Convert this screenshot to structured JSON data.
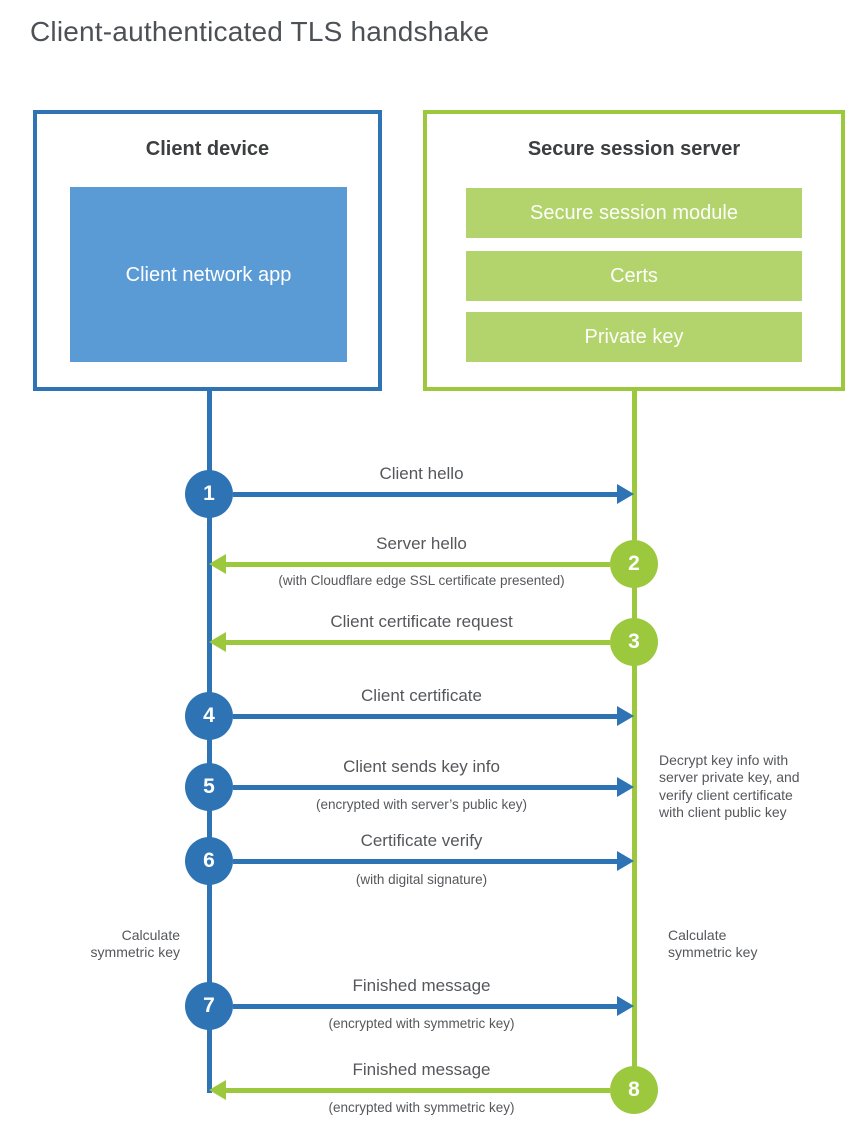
{
  "title": "Client-authenticated TLS handshake",
  "colors": {
    "blue_accent": "#2e74b5",
    "blue_fill": "#5b9bd5",
    "green_accent": "#9cc83e",
    "green_fill": "#b3d46c",
    "heading_text": "#3c3e40",
    "label_text": "#55575b",
    "title_text": "#4d5156"
  },
  "client": {
    "heading": "Client device",
    "app_label": "Client network app"
  },
  "server": {
    "heading": "Secure session server",
    "modules": [
      "Secure session module",
      "Certs",
      "Private key"
    ]
  },
  "steps": [
    {
      "num": "1",
      "label": "Client hello",
      "sub": "",
      "direction": "right",
      "actor": "client"
    },
    {
      "num": "2",
      "label": "Server hello",
      "sub": "(with Cloudflare edge SSL certificate presented)",
      "direction": "left",
      "actor": "server"
    },
    {
      "num": "3",
      "label": "Client certificate request",
      "sub": "",
      "direction": "left",
      "actor": "server"
    },
    {
      "num": "4",
      "label": "Client certificate",
      "sub": "",
      "direction": "right",
      "actor": "client"
    },
    {
      "num": "5",
      "label": "Client sends key info",
      "sub": "(encrypted with server’s public key)",
      "direction": "right",
      "actor": "client"
    },
    {
      "num": "6",
      "label": "Certificate verify",
      "sub": "(with digital signature)",
      "direction": "right",
      "actor": "client"
    },
    {
      "num": "7",
      "label": "Finished message",
      "sub": "(encrypted with symmetric key)",
      "direction": "right",
      "actor": "client"
    },
    {
      "num": "8",
      "label": "Finished message",
      "sub": "(encrypted with symmetric key)",
      "direction": "left",
      "actor": "server"
    }
  ],
  "notes": {
    "calc_left": "Calculate symmetric key",
    "calc_right": "Calculate symmetric key",
    "decrypt": "Decrypt key info with server private key, and verify client certificate with client public key"
  }
}
